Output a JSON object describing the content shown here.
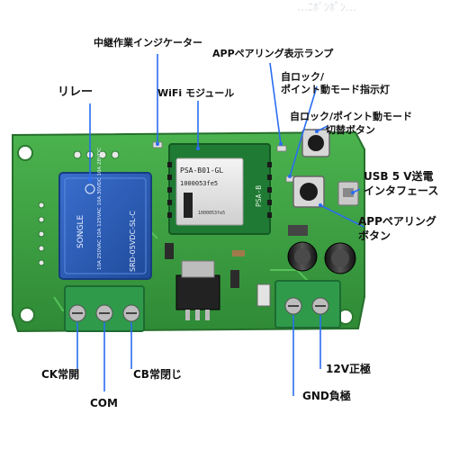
{
  "header_fragment": "…ﾆﾎﾟﾝﾎﾟﾝ…",
  "board": {
    "wifi_module_text": {
      "model": "PSA-B01-GL",
      "id": "1000053fe5",
      "code": "1000053fe5",
      "side": "PSA-B"
    },
    "relay_text": {
      "brand": "SONGLE",
      "ratings": "10A 250VAC 10A 125VAC 10A 30VDC 10A 28VDC",
      "model": "SRD-05VDC-SL-C"
    }
  },
  "labels": {
    "indicator": "中継作業インジケーター",
    "app_pairing_lamp": "APPペアリング表示ランプ",
    "relay": "リレー",
    "wifi_module": "WiFi モジュール",
    "self_lock_line1": "自ロック/",
    "self_lock_line2": "ポイント動モード指示灯",
    "mode_switch_line1": "自ロック/ポイント動モード",
    "mode_switch_line2": "切替ボタン",
    "usb_line1": "USB 5 V送電",
    "usb_line2": "インタフェース",
    "app_button_line1": "APPペアリング",
    "app_button_line2": "ボタン",
    "ck": "CK常開",
    "com": "COM",
    "cb": "CB常閉じ",
    "v12": "12V正極",
    "gnd": "GND負極"
  },
  "colors": {
    "pcb": "#3da142",
    "pcb_dark": "#2c7d32",
    "relay_blue": "#2a5bb5",
    "terminal_green": "#2f9a4a",
    "pointer": "#2a6df2",
    "capacitor": "#2a2a2a"
  }
}
